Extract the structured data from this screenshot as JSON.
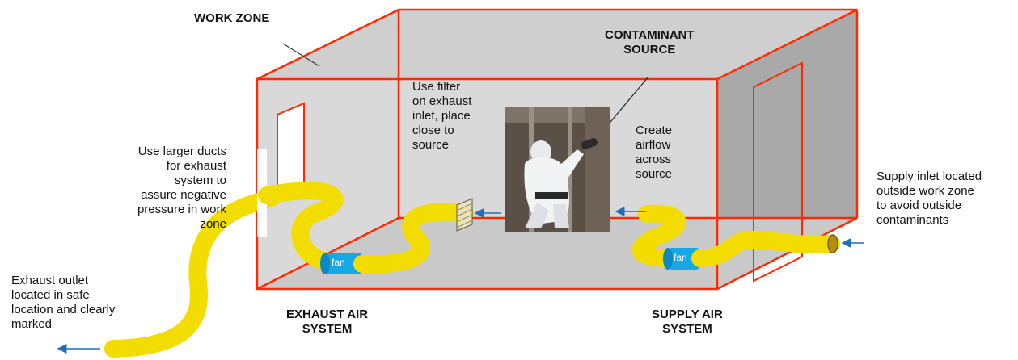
{
  "labels": {
    "work_zone": "WORK ZONE",
    "contaminant_source": "CONTAMINANT\nSOURCE",
    "filter_note": "Use filter\non exhaust\ninlet, place\nclose to\nsource",
    "airflow_note": "Create\nairflow\nacross\nsource",
    "exhaust_ducts_note": "Use larger ducts\nfor exhaust\nsystem to\nassure negative\npressure in work\nzone",
    "supply_inlet_note": "Supply inlet located\noutside work zone\nto avoid outside\ncontaminants",
    "exhaust_outlet_note": "Exhaust outlet\nlocated in safe\nlocation and clearly\nmarked",
    "exhaust_system": "EXHAUST AIR\nSYSTEM",
    "supply_system": "SUPPLY AIR\nSYSTEM",
    "fan_exhaust": "fan",
    "fan_supply": "fan"
  },
  "colors": {
    "room_outline": "#ff2a00",
    "back_wall": "#b8b8b8",
    "floor_wall": "#d3d3d3",
    "duct": "#f3dc00",
    "fan": "#15a7e6",
    "arrow": "#1f6fbf"
  },
  "icons": {
    "filter": "filter-icon",
    "fan": "fan-icon",
    "airflow_arrow": "arrow-icon",
    "worker_photo": "worker-photo"
  }
}
